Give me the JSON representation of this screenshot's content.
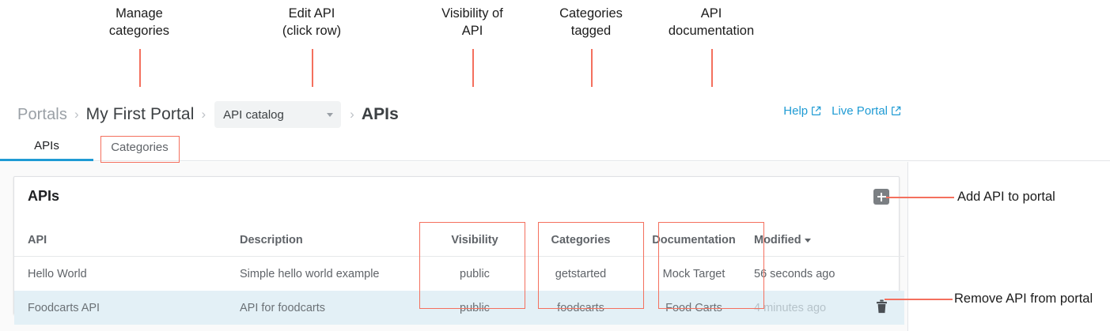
{
  "annotations": {
    "top": [
      {
        "id": "manage-categories",
        "text": "Manage\ncategories"
      },
      {
        "id": "edit-api",
        "text": "Edit API\n(click row)"
      },
      {
        "id": "visibility-of-api",
        "text": "Visibility of\nAPI"
      },
      {
        "id": "categories-tagged",
        "text": "Categories\ntagged"
      },
      {
        "id": "api-documentation",
        "text": "API\ndocumentation"
      }
    ],
    "side": [
      {
        "id": "add-api-to-portal",
        "text": "Add API to portal"
      },
      {
        "id": "remove-api-from-portal",
        "text": "Remove API from portal"
      }
    ],
    "accent_color": "#f4705e"
  },
  "breadcrumb": {
    "root": "Portals",
    "portal": "My First Portal",
    "select_value": "API catalog",
    "current": "APIs",
    "separator": "›"
  },
  "top_links": [
    {
      "label": "Help",
      "icon": "external-link-icon"
    },
    {
      "label": "Live Portal",
      "icon": "external-link-icon"
    }
  ],
  "tabs": [
    {
      "label": "APIs",
      "active": true
    },
    {
      "label": "Categories",
      "active": false
    }
  ],
  "card": {
    "title": "APIs",
    "add_button_icon": "plus-icon",
    "columns": [
      "API",
      "Description",
      "Visibility",
      "Categories",
      "Documentation",
      "Modified"
    ],
    "sorted_column": "Modified",
    "rows": [
      {
        "api": "Hello World",
        "description": "Simple hello world example",
        "visibility": "public",
        "categories": "getstarted",
        "documentation": "Mock Target",
        "modified": "56 seconds ago",
        "selected": false
      },
      {
        "api": "Foodcarts API",
        "description": "API for foodcarts",
        "visibility": "public",
        "categories": "foodcarts",
        "documentation": "Food Carts",
        "modified": "4 minutes ago",
        "selected": true,
        "delete_icon": "trash-icon"
      }
    ]
  },
  "colors": {
    "link": "#1f9bd4",
    "tab_active_underline": "#1f9bd4",
    "row_selected_bg": "#e3f0f6",
    "annotation": "#f4705e"
  }
}
